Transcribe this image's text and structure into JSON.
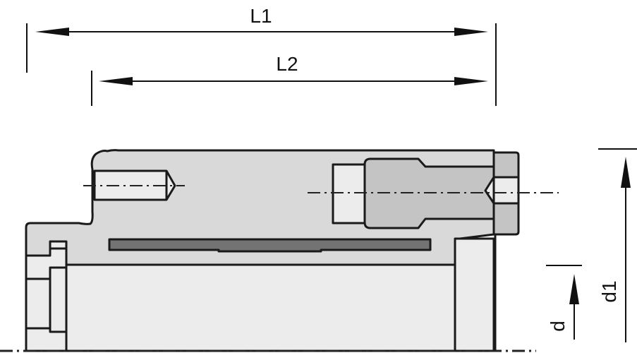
{
  "dimensions": {
    "overall_length": "L1",
    "inner_length": "L2",
    "bore_diameter": "d",
    "outer_diameter": "d1"
  },
  "colors": {
    "body": "#d9d9d9",
    "bore": "#ececec",
    "screw": "#c4c4c4",
    "bar": "#737373",
    "outline": "#1a1a1a"
  }
}
